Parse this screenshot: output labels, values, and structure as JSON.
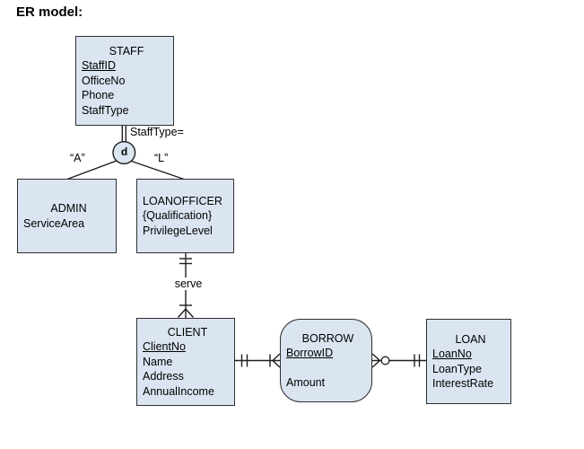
{
  "page_title": "ER model:",
  "colors": {
    "entity_fill": "#dbe5f1",
    "entity_border": "#2f2f2f",
    "line": "#1f1f1f"
  },
  "entities": {
    "staff": {
      "name": "STAFF",
      "pk": "StaffID",
      "attrs": [
        "OfficeNo",
        "Phone",
        "StaffType"
      ]
    },
    "admin": {
      "name": "ADMIN",
      "attrs": [
        "ServiceArea"
      ]
    },
    "loanofficer": {
      "name": "LOANOFFICER",
      "attrs": [
        "{Qualification}",
        "PrivilegeLevel"
      ]
    },
    "client": {
      "name": "CLIENT",
      "pk": "ClientNo",
      "attrs": [
        "Name",
        "Address",
        "AnnualIncome"
      ]
    },
    "borrow": {
      "name": "BORROW",
      "pk": "BorrowID",
      "attrs": [
        "Amount"
      ]
    },
    "loan": {
      "name": "LOAN",
      "pk": "LoanNo",
      "attrs": [
        "LoanType",
        "InterestRate"
      ]
    }
  },
  "labels": {
    "specialization_circle": "d",
    "specialization_condition": "StaffType=",
    "admin_discriminator": "“A”",
    "loanofficer_discriminator": "“L”",
    "serve_relationship": "serve"
  },
  "connectors": [
    {
      "from": "STAFF",
      "to": "d-circle",
      "style": "double-line",
      "label": "StaffType="
    },
    {
      "from": "d-circle",
      "to": "ADMIN",
      "label": "“A”"
    },
    {
      "from": "d-circle",
      "to": "LOANOFFICER",
      "label": "“L”"
    },
    {
      "from": "LOANOFFICER",
      "to": "CLIENT",
      "label": "serve",
      "from_end": "one-and-only-one",
      "to_end": "one-or-many"
    },
    {
      "from": "CLIENT",
      "to": "BORROW",
      "from_end": "one-and-only-one",
      "to_end": "one-or-many"
    },
    {
      "from": "BORROW",
      "to": "LOAN",
      "from_end": "zero-or-many",
      "to_end": "one-and-only-one"
    }
  ]
}
